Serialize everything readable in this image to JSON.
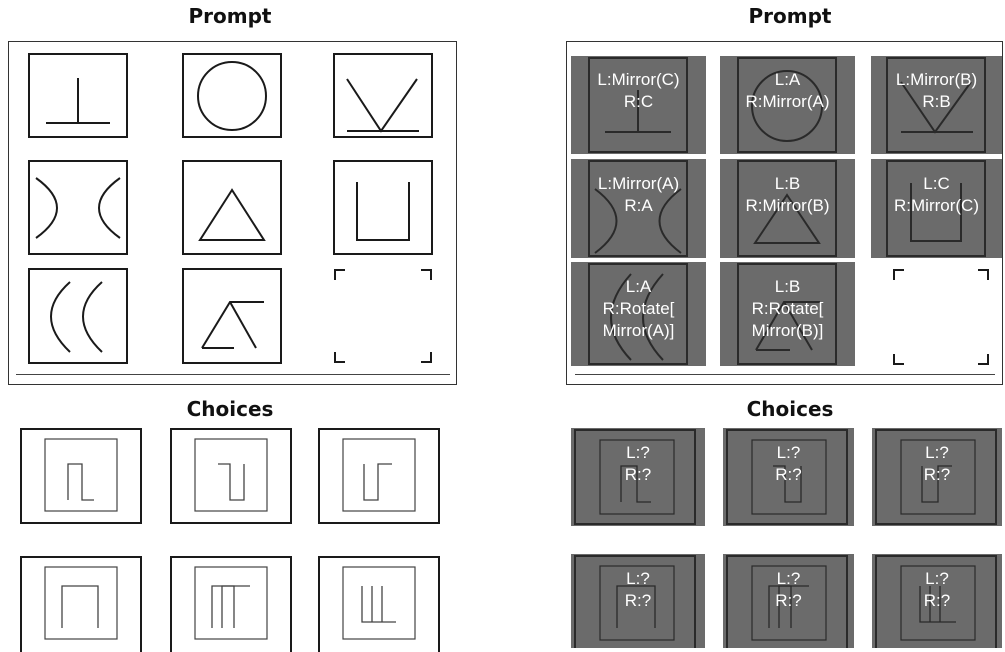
{
  "left": {
    "prompt_heading": "Prompt",
    "choices_heading": "Choices",
    "prompt_cells": [
      {
        "shape": "perpendicular-icon"
      },
      {
        "shape": "circle-icon"
      },
      {
        "shape": "v-on-line-icon"
      },
      {
        "shape": "curved-x-icon"
      },
      {
        "shape": "triangle-icon"
      },
      {
        "shape": "u-shape-icon"
      },
      {
        "shape": "double-c-icon"
      },
      {
        "shape": "broken-triangle-icon"
      },
      {
        "shape": "missing-cell-corners-icon"
      }
    ],
    "choice_cells": [
      {
        "shape": "n-left-icon"
      },
      {
        "shape": "u-right-icon"
      },
      {
        "shape": "u-left-top-icon"
      },
      {
        "shape": "n-box-icon"
      },
      {
        "shape": "n-double-icon"
      },
      {
        "shape": "u-double-icon"
      }
    ]
  },
  "right": {
    "prompt_heading": "Prompt",
    "choices_heading": "Choices",
    "prompt_labels": [
      {
        "line1": "L:Mirror(C)",
        "line2": "R:C",
        "line3": ""
      },
      {
        "line1": "L:A",
        "line2": "R:Mirror(A)",
        "line3": ""
      },
      {
        "line1": "L:Mirror(B)",
        "line2": "R:B",
        "line3": ""
      },
      {
        "line1": "L:Mirror(A)",
        "line2": "R:A",
        "line3": ""
      },
      {
        "line1": "L:B",
        "line2": "R:Mirror(B)",
        "line3": ""
      },
      {
        "line1": "L:C",
        "line2": "R:Mirror(C)",
        "line3": ""
      },
      {
        "line1": "L:A",
        "line2": "R:Rotate[",
        "line3": "Mirror(A)]"
      },
      {
        "line1": "L:B",
        "line2": "R:Rotate[",
        "line3": "Mirror(B)]"
      }
    ],
    "choice_labels": [
      {
        "line1": "L:?",
        "line2": "R:?"
      },
      {
        "line1": "L:?",
        "line2": "R:?"
      },
      {
        "line1": "L:?",
        "line2": "R:?"
      },
      {
        "line1": "L:?",
        "line2": "R:?"
      },
      {
        "line1": "L:?",
        "line2": "R:?"
      },
      {
        "line1": "L:?",
        "line2": "R:?"
      }
    ],
    "shade_color": "#6b6b6b"
  }
}
